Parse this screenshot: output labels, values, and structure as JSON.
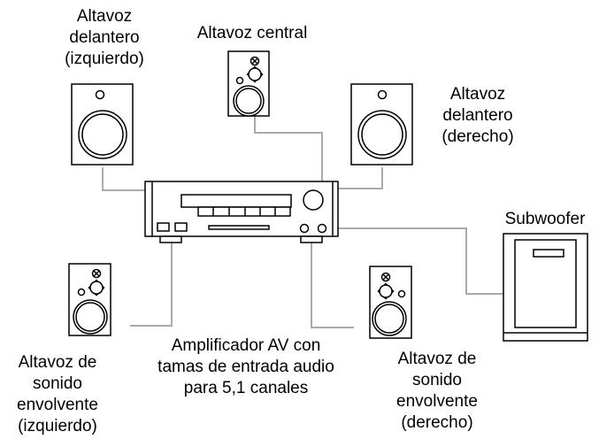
{
  "labels": {
    "front_left": [
      "Altavoz",
      "delantero",
      "(izquierdo)"
    ],
    "center": [
      "Altavoz central"
    ],
    "front_right": [
      "Altavoz",
      "delantero",
      "(derecho)"
    ],
    "subwoofer": [
      "Subwoofer"
    ],
    "amplifier": [
      "Amplificador AV con",
      "tamas de entrada audio",
      "para 5,1 canales"
    ],
    "surround_left": [
      "Altavoz de",
      "sonido",
      "envolvente",
      "(izquierdo)"
    ],
    "surround_right": [
      "Altavoz de",
      "sonido",
      "envolvente",
      "(derecho)"
    ]
  },
  "colors": {
    "line": "#000000",
    "cable": "#aaaaaa"
  }
}
